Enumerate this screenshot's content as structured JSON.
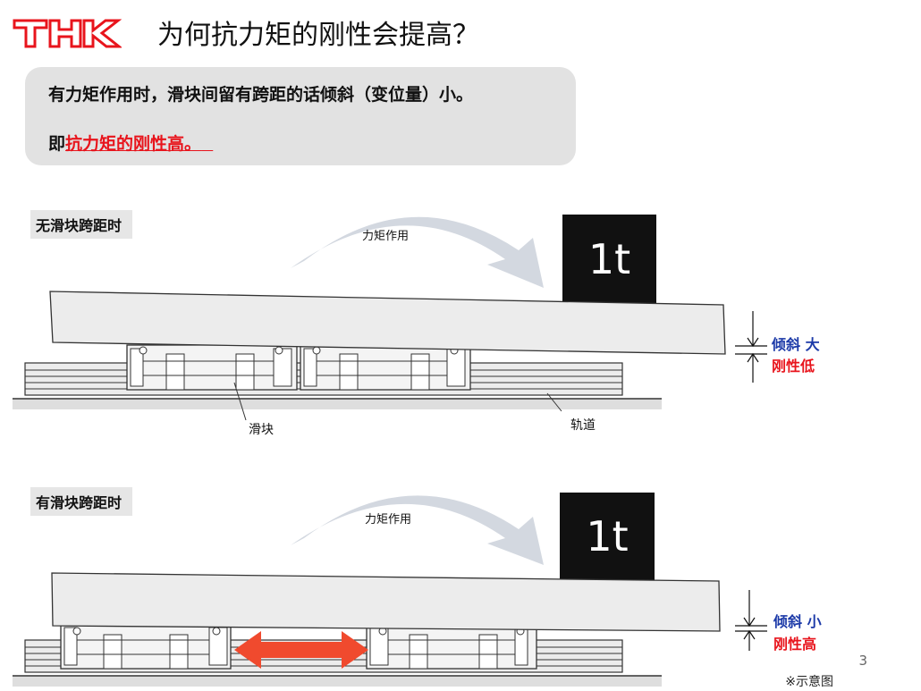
{
  "logo": {
    "text": "THK",
    "color": "#e8141c"
  },
  "title": "为何抗力矩的刚性会提高？",
  "callout": {
    "line1": "有力矩作用时，滑块间留有跨距的话倾斜（变位量）小。",
    "line2_prefix": "即",
    "line2_highlight": "抗力矩的刚性高。",
    "line2_trailing": "  "
  },
  "diagram_top": {
    "label": "无滑块跨距时",
    "moment": "力矩作用",
    "weight": "1t",
    "tilt_prefix": "倾斜",
    "tilt_level": "大",
    "rigidity": "刚性低",
    "block_label": "滑块",
    "rail_label": "轨道"
  },
  "diagram_bottom": {
    "label": "有滑块跨距时",
    "moment": "力矩作用",
    "weight": "1t",
    "tilt_prefix": "倾斜",
    "tilt_level": "小",
    "rigidity": "刚性高"
  },
  "colors": {
    "accent_red": "#e8141c",
    "blue": "#1c3aa8",
    "arrow_gray": "#d3d8e0"
  },
  "page_number": "3",
  "note": "※示意图"
}
